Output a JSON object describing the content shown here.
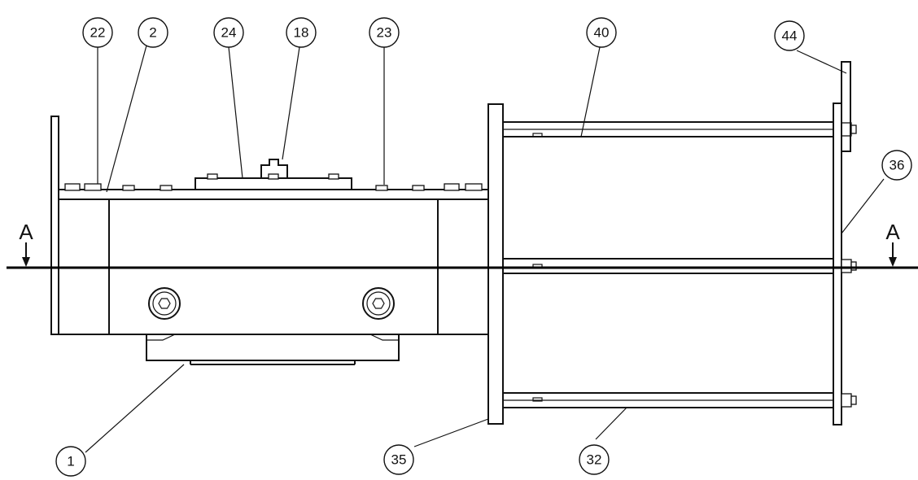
{
  "section_marker": {
    "left": "A",
    "right": "A"
  },
  "balloons": [
    {
      "id": "balloon-22",
      "label": "22"
    },
    {
      "id": "balloon-2",
      "label": "2"
    },
    {
      "id": "balloon-24",
      "label": "24"
    },
    {
      "id": "balloon-18",
      "label": "18"
    },
    {
      "id": "balloon-23",
      "label": "23"
    },
    {
      "id": "balloon-40",
      "label": "40"
    },
    {
      "id": "balloon-44",
      "label": "44"
    },
    {
      "id": "balloon-36",
      "label": "36"
    },
    {
      "id": "balloon-1",
      "label": "1"
    },
    {
      "id": "balloon-35",
      "label": "35"
    },
    {
      "id": "balloon-32",
      "label": "32"
    }
  ]
}
